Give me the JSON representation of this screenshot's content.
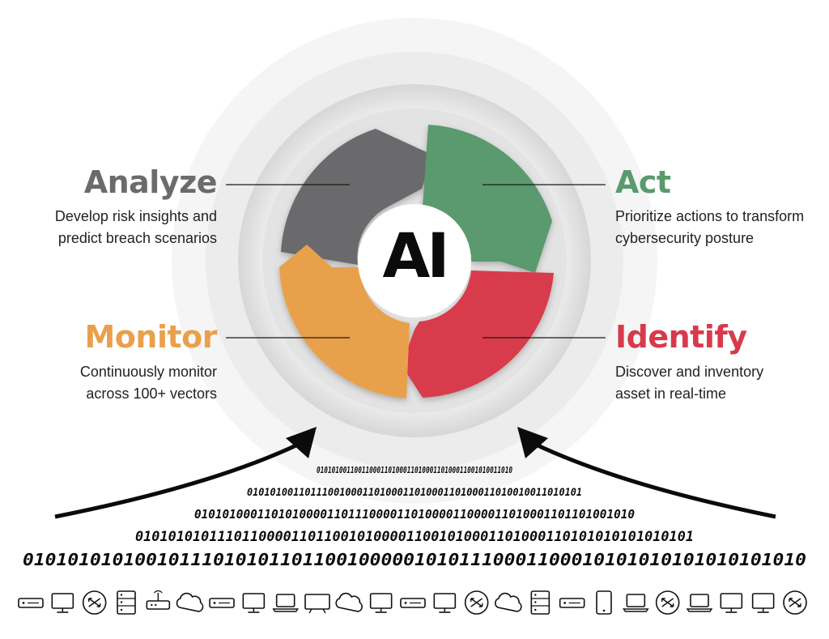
{
  "center": {
    "label": "AI"
  },
  "stages": [
    {
      "key": "analyze",
      "title": "Analyze",
      "line1": "Develop risk insights and",
      "line2": "predict breach scenarios",
      "color": "#6b6b6d"
    },
    {
      "key": "act",
      "title": "Act",
      "line1": "Prioritize actions to transform",
      "line2": "cybersecurity posture",
      "color": "#5a9a6e"
    },
    {
      "key": "monitor",
      "title": "Monitor",
      "line1": "Continuously monitor",
      "line2": "across 100+ vectors",
      "color": "#e9a04c"
    },
    {
      "key": "identify",
      "title": "Identify",
      "line1": "Discover and inventory",
      "line2": "asset in real-time",
      "color": "#d83a4b"
    }
  ],
  "binary_rows": [
    "0101010011001100011010001101000110100011001010011010",
    "0101010011011100100011010001101000110100011010010011010101",
    "010101000110101000011011100001101000011000011010001101101001010",
    "01010101011101100001101100101000011001010001101000110101010101010101",
    "0101010101001011101010110110010000010101110001100010101010101010101010"
  ],
  "device_icons": [
    "server-icon",
    "monitor-icon",
    "router-icon",
    "storage-icon",
    "modem-icon",
    "cloud-icon",
    "server-icon",
    "monitor-icon",
    "laptop-icon",
    "tv-icon",
    "cloud-icon",
    "monitor-icon",
    "server-icon",
    "monitor-icon",
    "router-icon",
    "cloud-icon",
    "storage-icon",
    "server-icon",
    "tablet-icon",
    "laptop-icon",
    "router-icon",
    "laptop-icon",
    "monitor-icon",
    "monitor-icon",
    "router-icon"
  ]
}
